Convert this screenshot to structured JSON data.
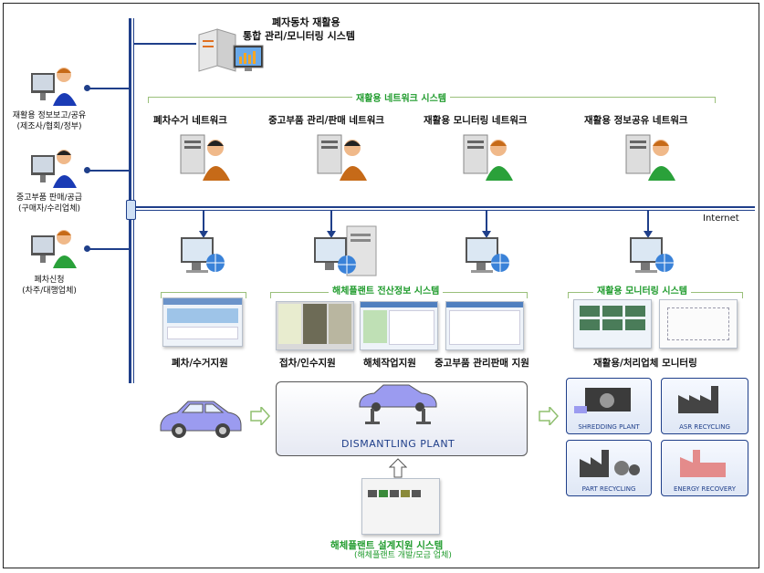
{
  "title": {
    "line1": "폐자동차 재활용",
    "line2": "통합 관리/모니터링 시스템"
  },
  "network_system_label": "재활용 네트워크 시스템",
  "networks": [
    "폐차수거 네트워크",
    "중고부품 관리/판매 네트워크",
    "재활용 모니터링 네트워크",
    "재활용 정보공유 네트워크"
  ],
  "stakeholders": [
    {
      "line1": "재활용  정보보고/공유",
      "line2": "(제조사/협회/정부)"
    },
    {
      "line1": "중고부품  판매/공급",
      "line2": "(구매자/수리업체)"
    },
    {
      "line1": "폐차신청",
      "line2": "(차주/대행업체)"
    }
  ],
  "internet_label": "Internet",
  "plant_system_label": "해체플랜트 전산정보 시스템",
  "monitoring_system_label": "재활용 모니터링 시스템",
  "support_labels": [
    "폐차/수거지원",
    "접차/인수지원",
    "해체작업지원",
    "중고부품 관리판매 지원",
    "재활용/처리업체 모니터링"
  ],
  "plant_label": "DISMANTLING PLANT",
  "recycling": [
    "SHREDDING PLANT",
    "ASR RECYCLING",
    "PART RECYCLING",
    "ENERGY RECOVERY"
  ],
  "design_system": {
    "line1": "해체플랜트 설계지원 시스템",
    "line2": "(해체플랜트  개발/모금  업체)"
  },
  "colors": {
    "accent_green": "#1f9b2c",
    "network_blue": "#1f3f8a",
    "car_purple": "#8e8ee6"
  }
}
